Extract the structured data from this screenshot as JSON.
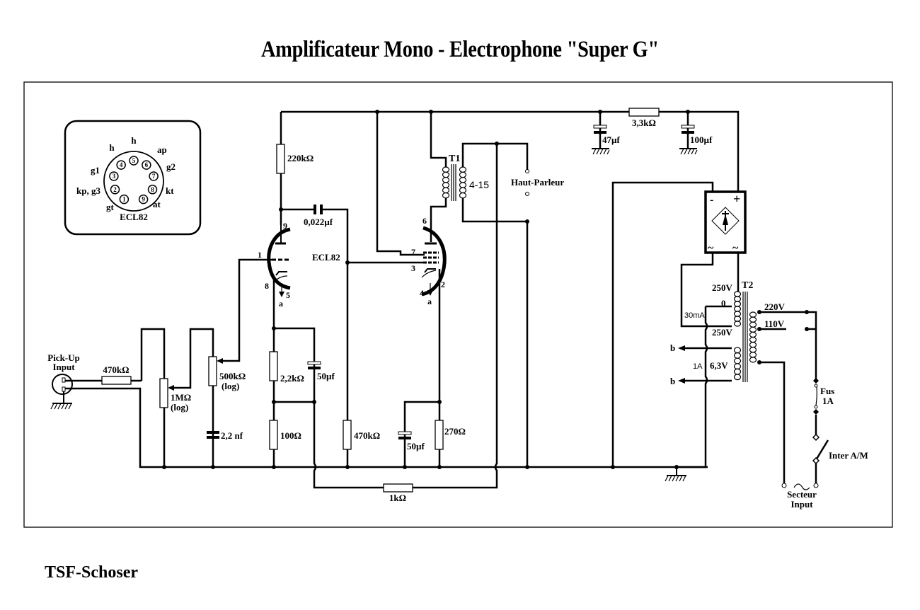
{
  "title": "Amplificateur Mono - Electrophone \"Super G\"",
  "footer": "TSF-Schoser",
  "pinout": {
    "tube": "ECL82",
    "labels": {
      "h_top": "h",
      "h_left": "h",
      "ap": "ap",
      "g1": "g1",
      "g2": "g2",
      "kp_g3": "kp, g3",
      "kt": "kt",
      "gt": "gt",
      "at": "at"
    },
    "pins": [
      "1",
      "2",
      "3",
      "4",
      "5",
      "6",
      "7",
      "8",
      "9"
    ]
  },
  "tubes": {
    "v1": {
      "label": "ECL82",
      "pins": {
        "grid": "1",
        "plate": "9",
        "cathode": "8",
        "heater": "5",
        "heater_ref": "a"
      }
    },
    "v2": {
      "pins": {
        "plate": "6",
        "g2": "7",
        "g1": "3",
        "cathode": "2",
        "heater": "4",
        "heater_ref": "a"
      }
    }
  },
  "components": {
    "r_plate": "220kΩ",
    "c_coupling": "0,022µf",
    "r_input": "470kΩ",
    "pot_volume": [
      "1MΩ",
      "(log)"
    ],
    "pot_tone": [
      "500kΩ",
      "(log)"
    ],
    "c_tone": "2,2 nf",
    "r_cathode1": "2,2kΩ",
    "c_cathode1": "50µf",
    "r_cathode1b": "100Ω",
    "r_grid2": "470kΩ",
    "c_cathode2": "50µf",
    "r_cathode2": "270Ω",
    "r_feedback": "1kΩ",
    "r_filter": "3,3kΩ",
    "c_filter1": "47µf",
    "c_filter2": "100µf"
  },
  "output": {
    "transformer": "T1",
    "impedance": "4-15",
    "speaker": "Haut-Parleur"
  },
  "input": {
    "label": [
      "Pick-Up",
      "Input"
    ]
  },
  "power": {
    "rectifier": {
      "minus": "-",
      "plus": "+",
      "ac1": "~",
      "ac2": "~"
    },
    "transformer": "T2",
    "secondary": {
      "hv_top": "250V",
      "zero": "0",
      "current": "30mA",
      "hv_bottom": "250V",
      "heater_current": "1A",
      "heater_voltage": "6,3V",
      "heater_tap": "b"
    },
    "primary": {
      "v220": "220V",
      "v110": "110V"
    },
    "fuse": [
      "Fus",
      "1A"
    ],
    "switch": "Inter A/M",
    "mains": [
      "Secteur",
      "Input"
    ],
    "mains_symbol": "~"
  }
}
